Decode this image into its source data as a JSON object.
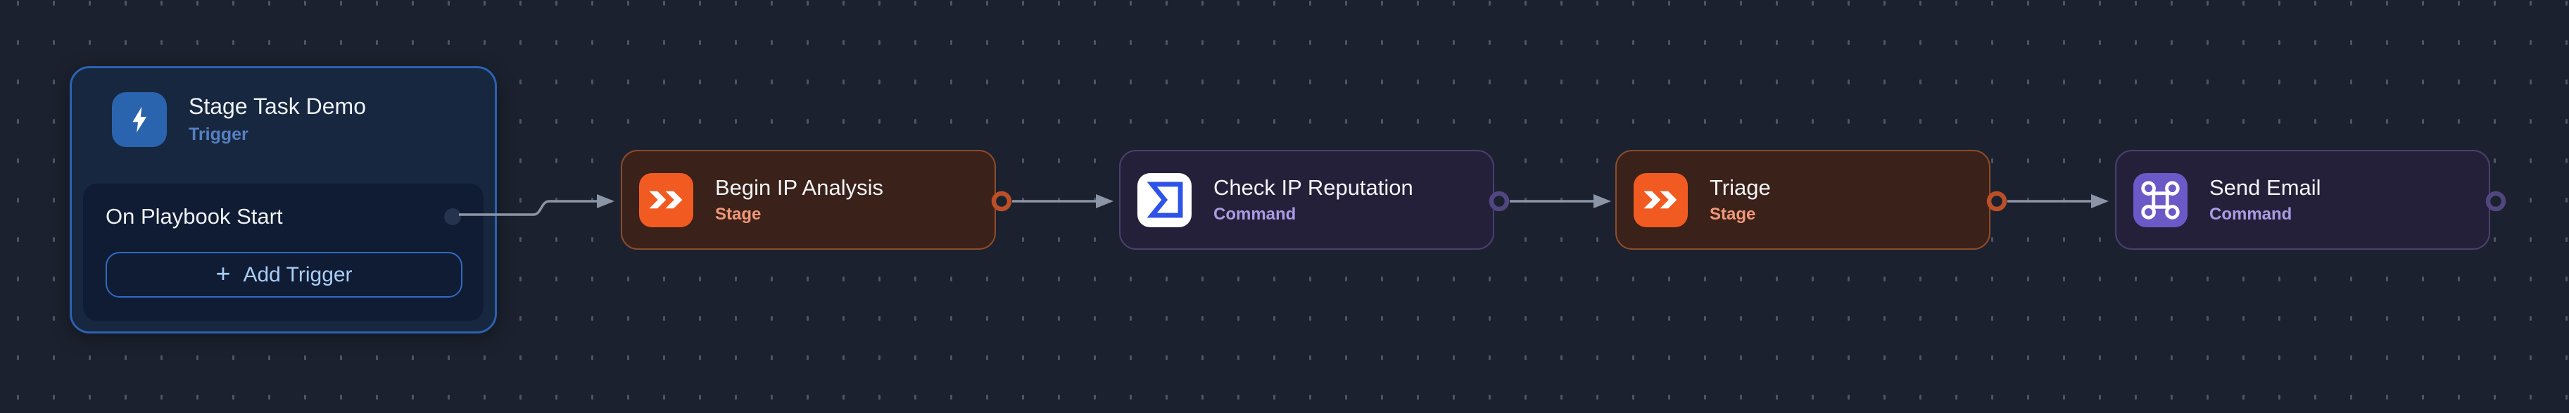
{
  "workflow": {
    "trigger_card": {
      "title": "Stage Task Demo",
      "type_label": "Trigger",
      "icon": "lightning-icon",
      "trigger_item": "On Playbook Start",
      "add_trigger_plus": "+",
      "add_trigger_label": "Add Trigger"
    },
    "nodes": [
      {
        "title": "Begin IP Analysis",
        "type_label": "Stage",
        "icon": "fast-forward-icon",
        "accent": "#f15b22"
      },
      {
        "title": "Check IP Reputation",
        "type_label": "Command",
        "icon": "sigma-app-icon",
        "accent": "#2d53e8"
      },
      {
        "title": "Triage",
        "type_label": "Stage",
        "icon": "fast-forward-icon",
        "accent": "#f15b22"
      },
      {
        "title": "Send Email",
        "type_label": "Command",
        "icon": "command-symbol-icon",
        "accent": "#6c59c8"
      }
    ],
    "colors": {
      "background": "#1b212e",
      "grid_dot": "#4f5564",
      "edge": "#8c95a6",
      "stage_bg": "#3a2119",
      "stage_border": "#8d4b2c",
      "stage_label": "#f09779",
      "stage_port_ring": "#bb4f27",
      "command_bg": "#252039",
      "command_border": "#494070",
      "command_label": "#a99ce2",
      "command_port_ring": "#514780",
      "trigger_card_bg": "#17273f",
      "trigger_card_border": "#2b62b0",
      "trigger_label": "#567fc2"
    }
  }
}
